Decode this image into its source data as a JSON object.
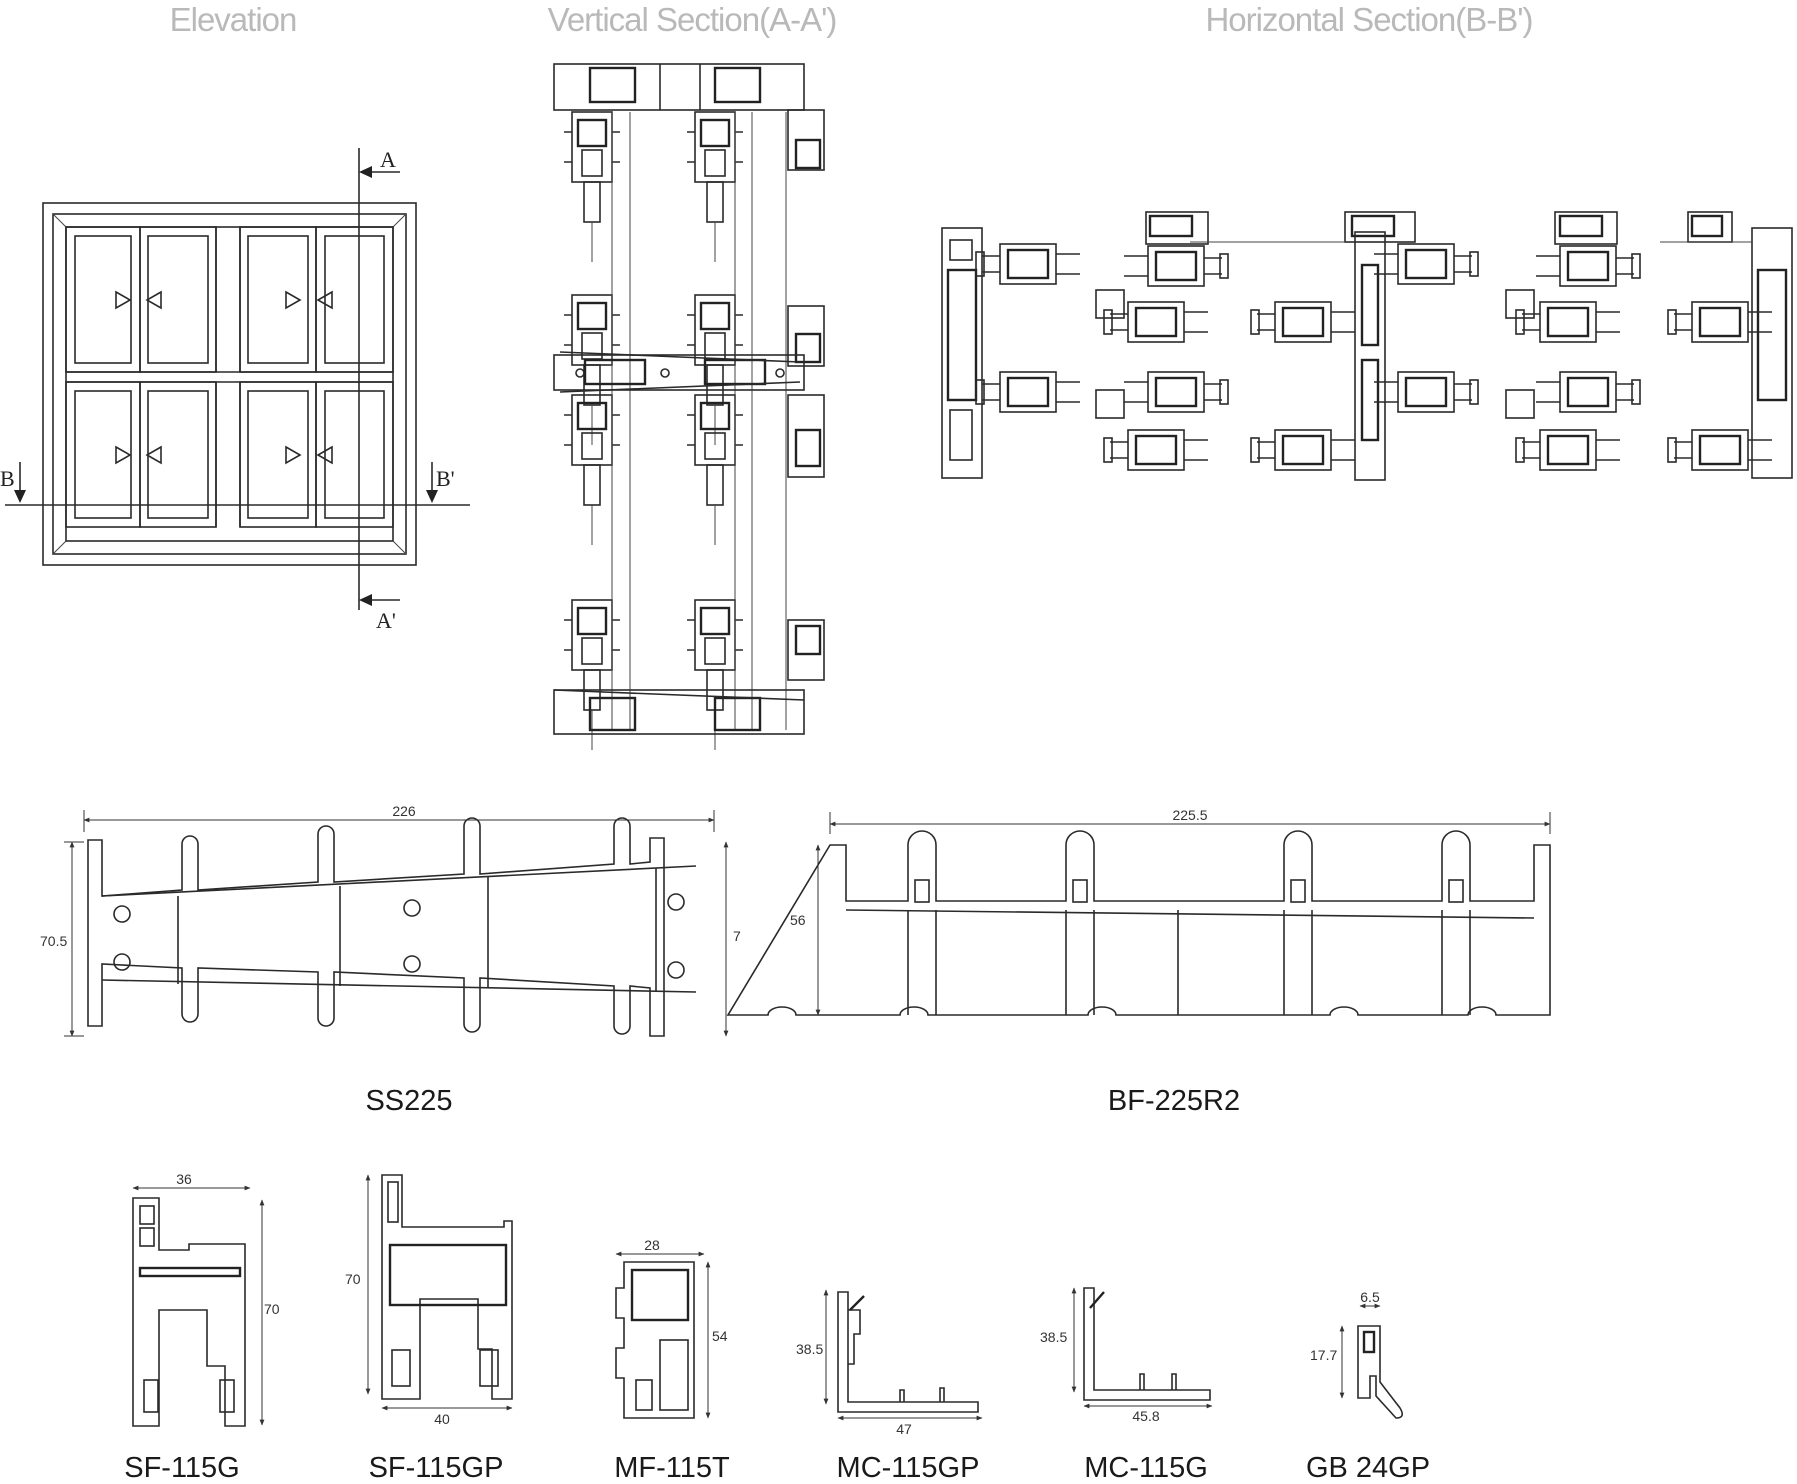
{
  "titles": {
    "elevation": "Elevation",
    "vertical": "Vertical Section(A-A')",
    "horizontal": "Horizontal Section(B-B')"
  },
  "elevation_marks": {
    "a_top": "A",
    "a_bottom": "A'",
    "b_left": "B",
    "b_right": "B'"
  },
  "profiles_large": [
    {
      "name": "SS225",
      "width_dim": "226",
      "height_dim": "70.5",
      "height_dim_right": "7"
    },
    {
      "name": "BF-225R2",
      "width_dim": "225.5",
      "height_dim": "56"
    }
  ],
  "profiles_small": [
    {
      "name": "SF-115G",
      "dims": [
        "36",
        "70"
      ]
    },
    {
      "name": "SF-115GP",
      "dims": [
        "70",
        "40"
      ]
    },
    {
      "name": "MF-115T",
      "dims": [
        "28",
        "54"
      ]
    },
    {
      "name": "MC-115GP",
      "dims": [
        "38.5",
        "47"
      ]
    },
    {
      "name": "MC-115G",
      "dims": [
        "38.5",
        "45.8"
      ]
    },
    {
      "name": "GB 24GP",
      "dims": [
        "6.5",
        "17.7"
      ]
    }
  ]
}
